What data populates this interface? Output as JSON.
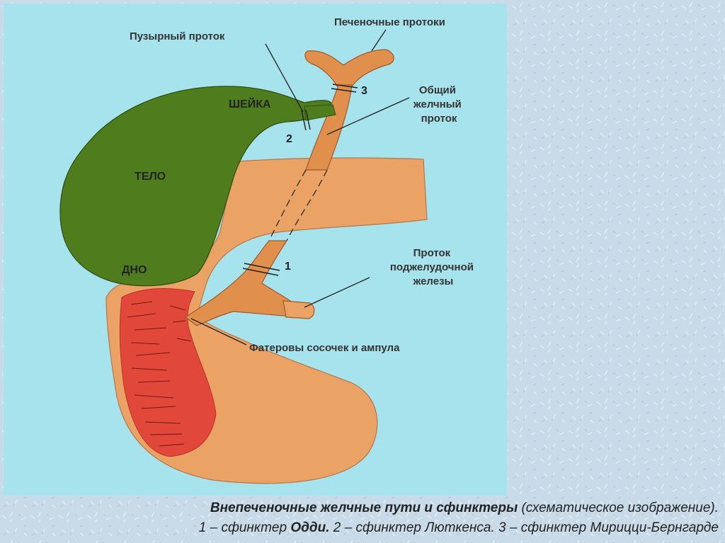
{
  "labels": {
    "cystic_duct": "Пузырный проток",
    "hepatic_ducts": "Печеночные протоки",
    "common_duct": [
      "Общий",
      "желчный",
      "проток"
    ],
    "pancreatic_duct": [
      "Проток",
      "поджелудочной",
      "железы"
    ],
    "ampulla": "Фатеровы сосочек и ампула"
  },
  "parts": {
    "neck": "ШЕЙКА",
    "body": "ТЕЛО",
    "fundus": "ДНО"
  },
  "sphincter_numbers": {
    "oddi": "1",
    "lutkens": "2",
    "mirizzi": "3"
  },
  "caption": {
    "title": "Внепеченочные желчные пути и сфинктеры",
    "title_note": " (схематическое изображение).",
    "n1": "1 – сфинктер ",
    "oddi": "Одди.",
    "rest": " 2 – сфинктер Люткенса. 3 – сфинктер Мирицци-Бернгарде"
  },
  "colors": {
    "diagram_background": "#a7e3ec",
    "gallbladder": "#4f7d1e",
    "ducts": "#e0904c",
    "duodenum": "#eaa365",
    "mucosa": "#e2483a"
  }
}
